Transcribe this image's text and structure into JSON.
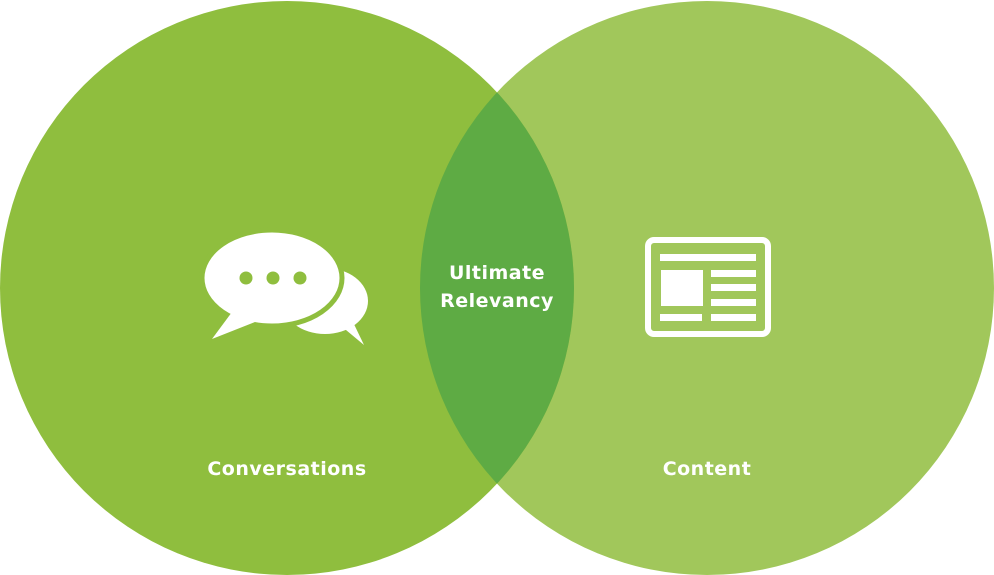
{
  "diagram": {
    "type": "venn",
    "colors": {
      "left_circle": "#8fbe3e",
      "right_circle": "#a1c75b",
      "overlap": "#5eab44",
      "icon": "#ffffff",
      "text": "#ffffff"
    },
    "left": {
      "label": "Conversations",
      "icon": "speech-bubbles-icon"
    },
    "right": {
      "label": "Content",
      "icon": "document-icon"
    },
    "overlap": {
      "label_line1": "Ultimate",
      "label_line2": "Relevancy"
    }
  }
}
